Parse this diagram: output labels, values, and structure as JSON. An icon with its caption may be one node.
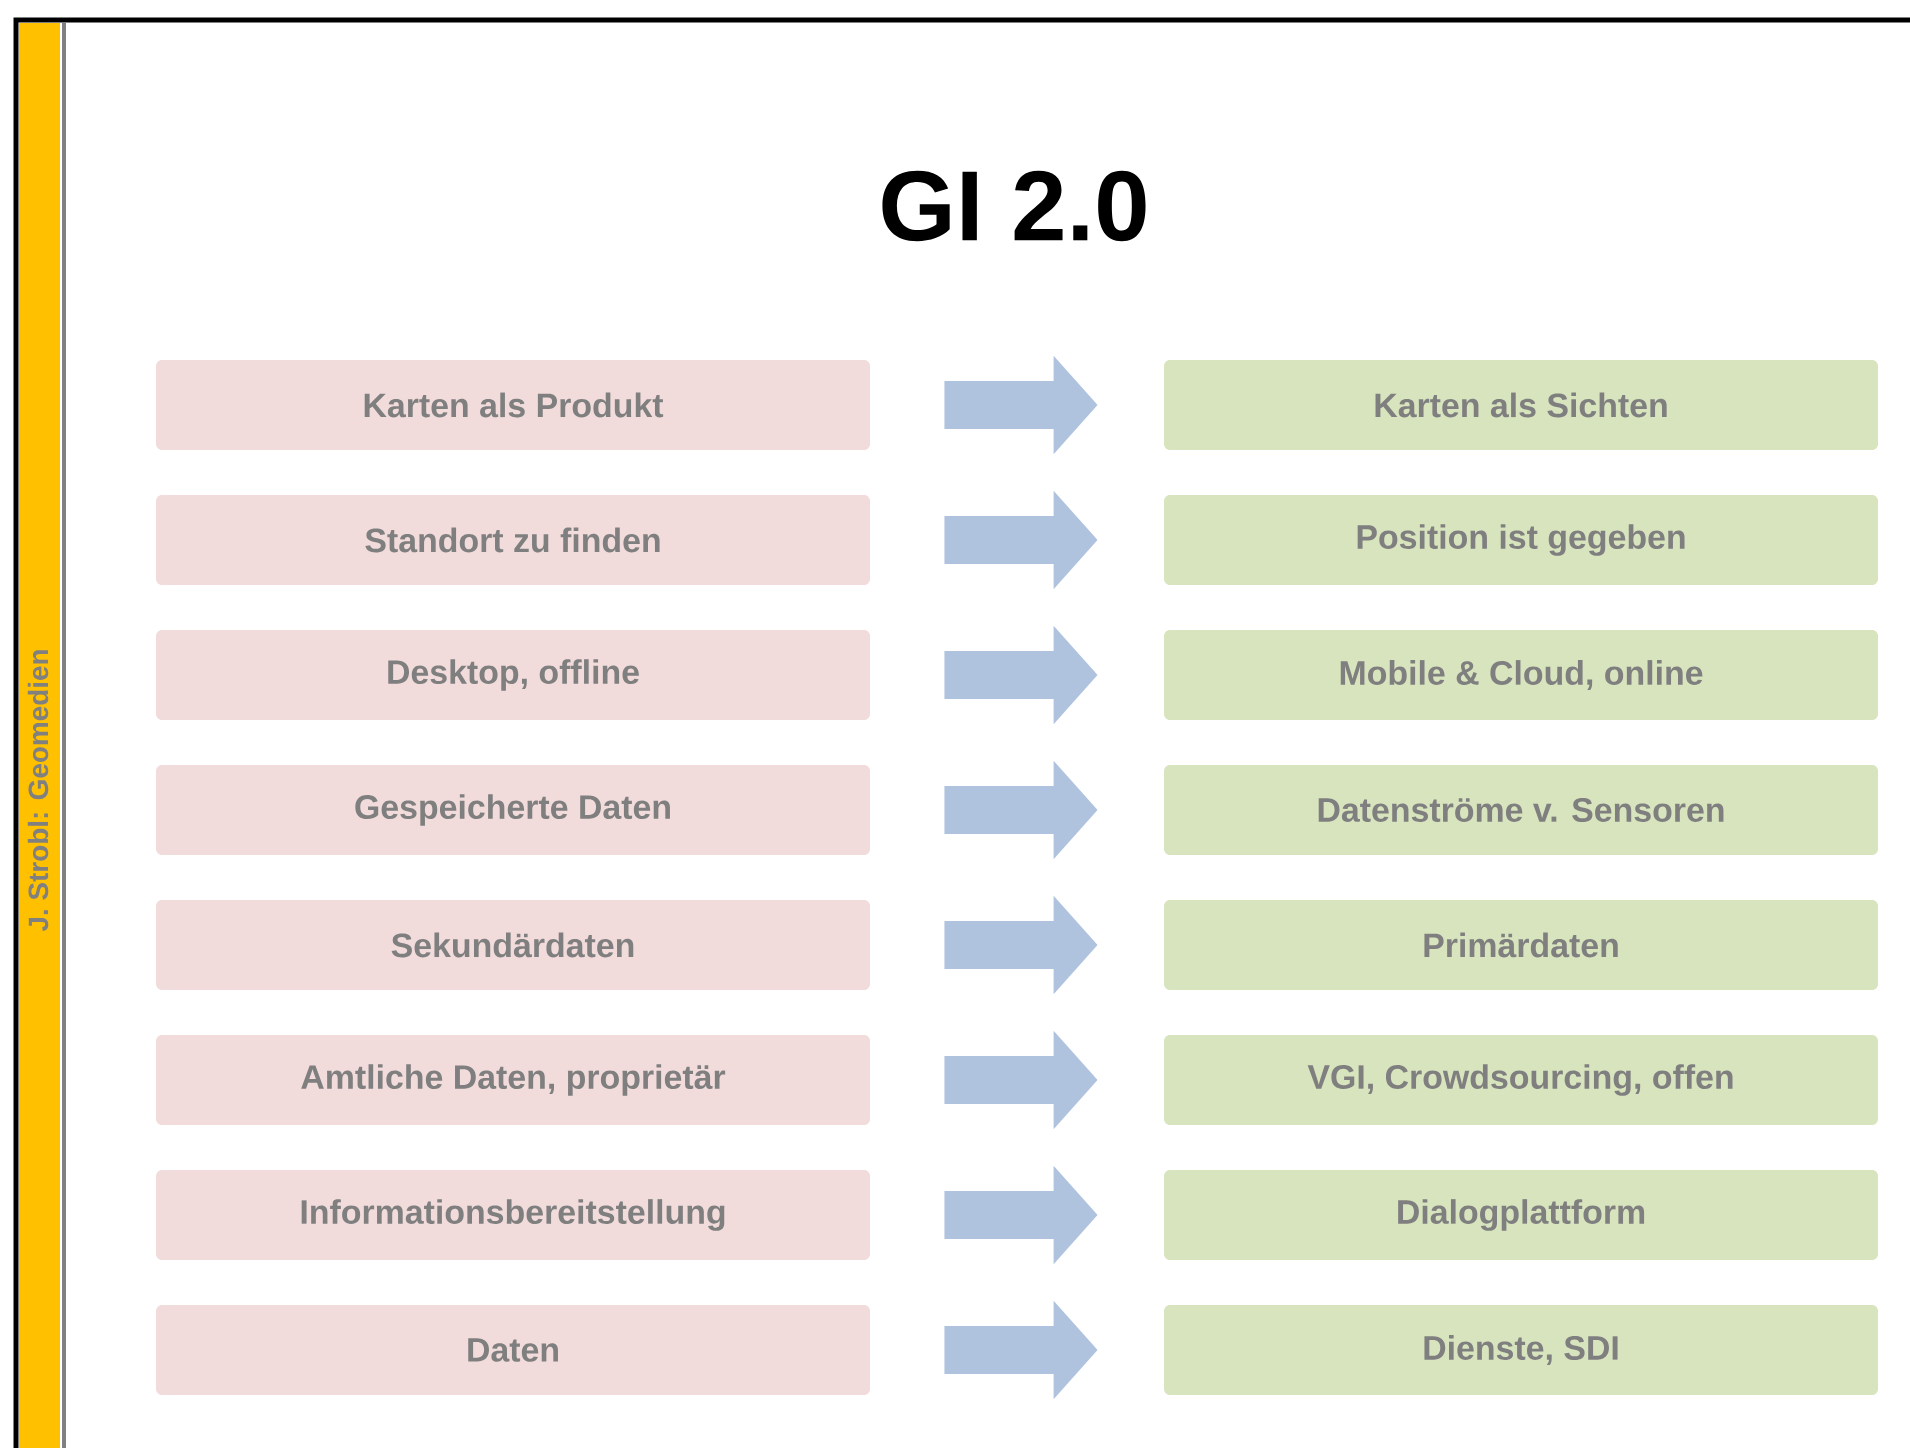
{
  "diagram": {
    "title": "GI 2.0",
    "nodes": [
      {
        "text": [
          "Karten als Produkt"
        ]
      },
      {
        "text": [
          "Karten als Sichten"
        ]
      },
      {
        "text": [
          "Standort zu finden"
        ]
      },
      {
        "text": [
          "Position ist gegeben"
        ]
      },
      {
        "text": [
          "Desktop, offline"
        ]
      },
      {
        "text": [
          "Mobile & Cloud, online"
        ]
      },
      {
        "text": [
          "Gespeicherte Daten"
        ]
      },
      {
        "text": [
          "Datenströme v. Sensoren"
        ]
      },
      {
        "text": [
          "Sekundärdaten"
        ]
      },
      {
        "text": [
          "Primärdaten"
        ]
      },
      {
        "text": [
          "Amtliche Daten, proprietär"
        ]
      },
      {
        "text": [
          "VGI, Crowdsourcing, offen"
        ]
      },
      {
        "text": [
          "Informationsbereitstellung"
        ]
      },
      {
        "text": [
          "Dialogplattform"
        ]
      },
      {
        "text": [
          "Daten"
        ]
      },
      {
        "text": [
          "Dienste, SDI"
        ]
      }
    ],
    "edges": [
      {
        "from": 0,
        "to": 1,
        "arrow": "to"
      },
      {
        "from": 2,
        "to": 3,
        "arrow": "to"
      },
      {
        "from": 4,
        "to": 5,
        "arrow": "to"
      },
      {
        "from": 6,
        "to": 7,
        "arrow": "to"
      },
      {
        "from": 8,
        "to": 9,
        "arrow": "to"
      },
      {
        "from": 10,
        "to": 11,
        "arrow": "to"
      },
      {
        "from": 12,
        "to": 13,
        "arrow": "to"
      },
      {
        "from": 14,
        "to": 15,
        "arrow": "to"
      }
    ],
    "labels": [
      "J. Strobl: Geomedien"
    ]
  }
}
